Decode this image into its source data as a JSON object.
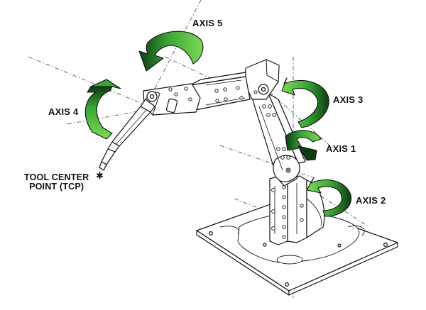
{
  "labels": {
    "axis1": "AXIS 1",
    "axis2": "AXIS 2",
    "axis3": "AXIS 3",
    "axis4": "AXIS 4",
    "axis5": "AXIS 5",
    "tcp_line1": "TOOL CENTER",
    "tcp_line2": "POINT (TCP)",
    "tcp_marker": "✱"
  },
  "colors": {
    "arrow_light": "#7ed957",
    "arrow_mid": "#3aa535",
    "arrow_dark": "#0b3d12",
    "arrow_stroke": "#111111",
    "metal": "#ffffff",
    "line": "#111111",
    "axis_dash": "#555555"
  }
}
